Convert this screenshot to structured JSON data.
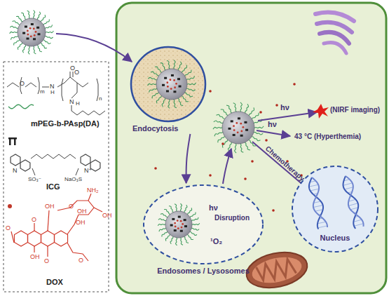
{
  "diagram": {
    "nodes": [
      {
        "text": [
          "Endocytosis"
        ]
      },
      {
        "text": [
          "Endosomes / Lysosomes"
        ]
      },
      {
        "text": [
          "Nucleus"
        ]
      }
    ],
    "edges": [
      {
        "from": 0,
        "to": 1,
        "arrow": "to"
      }
    ],
    "labels": [
      "hν",
      "Disruption",
      "¹O₂",
      "hν",
      "(NIRF imaging)",
      "hν",
      "43 °C (Hyperthemia)",
      "Chemotherapy",
      "O",
      "m",
      "O",
      "N",
      "H",
      "n",
      "O",
      "N",
      "H",
      "N",
      "N⁺",
      "SO₃⁻",
      "NaO₃S",
      "O",
      "O",
      "OH",
      "OH",
      "O",
      "OH",
      "OH",
      "O",
      "NH₂",
      "OH",
      "O"
    ],
    "legend": [
      {
        "text": "mPEG-b-PAsp(DA)"
      },
      {
        "text": "ICG"
      },
      {
        "text": "DOX"
      }
    ]
  }
}
